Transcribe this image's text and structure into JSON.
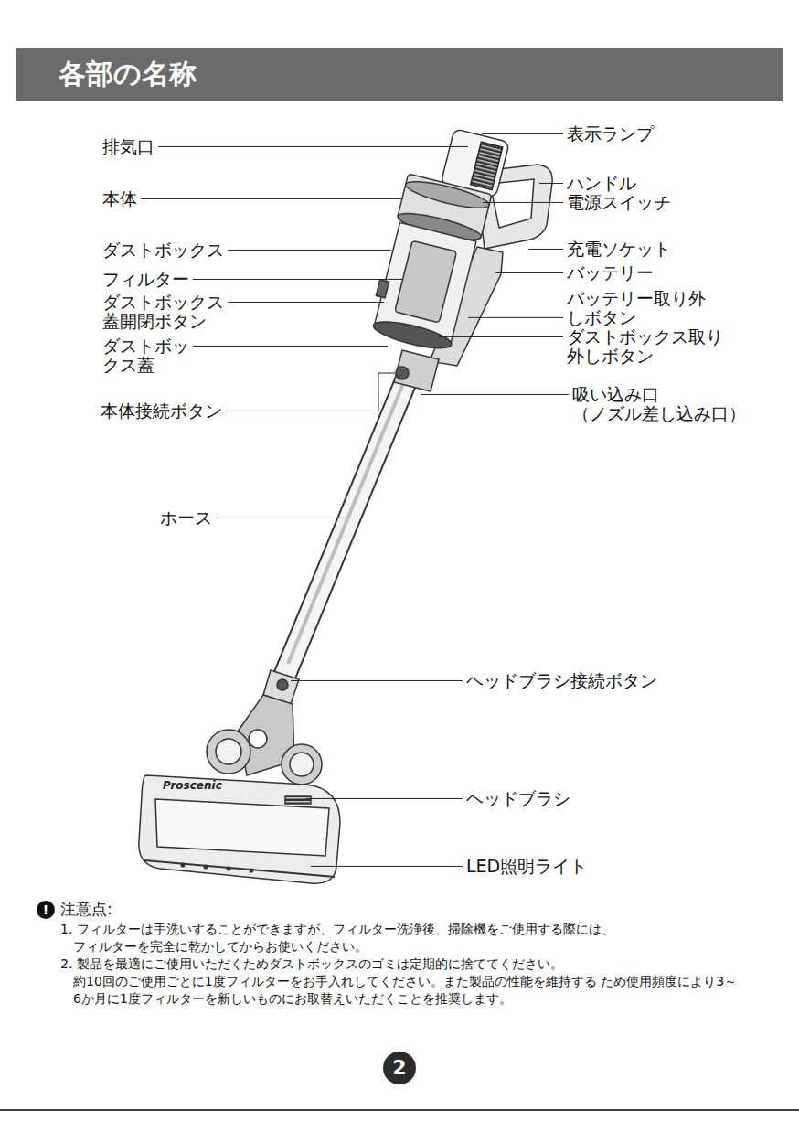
{
  "diagram": {
    "title": "各部の名称",
    "nodes": [
      {
        "text": [
          "!"
        ]
      },
      {
        "text": [
          "2"
        ]
      }
    ],
    "labels": [
      "表示ランプ",
      "排気口",
      "ハンドル",
      "本体",
      "電源スイッチ",
      "ダストボックス",
      "充電ソケット",
      "バッテリー",
      "フィルター",
      "ダストボックス 蓋開閉ボタン",
      "バッテリー取り外 しボタン",
      "ダストボッ クス蓋",
      "ダストボックス取り 外しボタン",
      "吸い込み口 （ノズル差し込み口）",
      "本体接続ボタン",
      "ホース",
      "ヘッドブラシ接続ボタン",
      "Proscenic",
      "ヘッドブラシ",
      "LED照明ライト",
      "注意点:",
      "1. フィルターは手洗いすることができますが、フィルター洗浄後、掃除機をご使用する際には、 フィルターを完全に乾かしてからお使いください。",
      "2. 製品を最適にご使用いただくためダストボックスのゴミは定期的に捨ててください。 約10回のご使用ごとに1度フィルターをお手入れしてください。また製品の性能を維持する ため使用頻度により3～6か月に1度フィルターを新しいものにお取替えいただくことを推奨します。"
    ]
  }
}
